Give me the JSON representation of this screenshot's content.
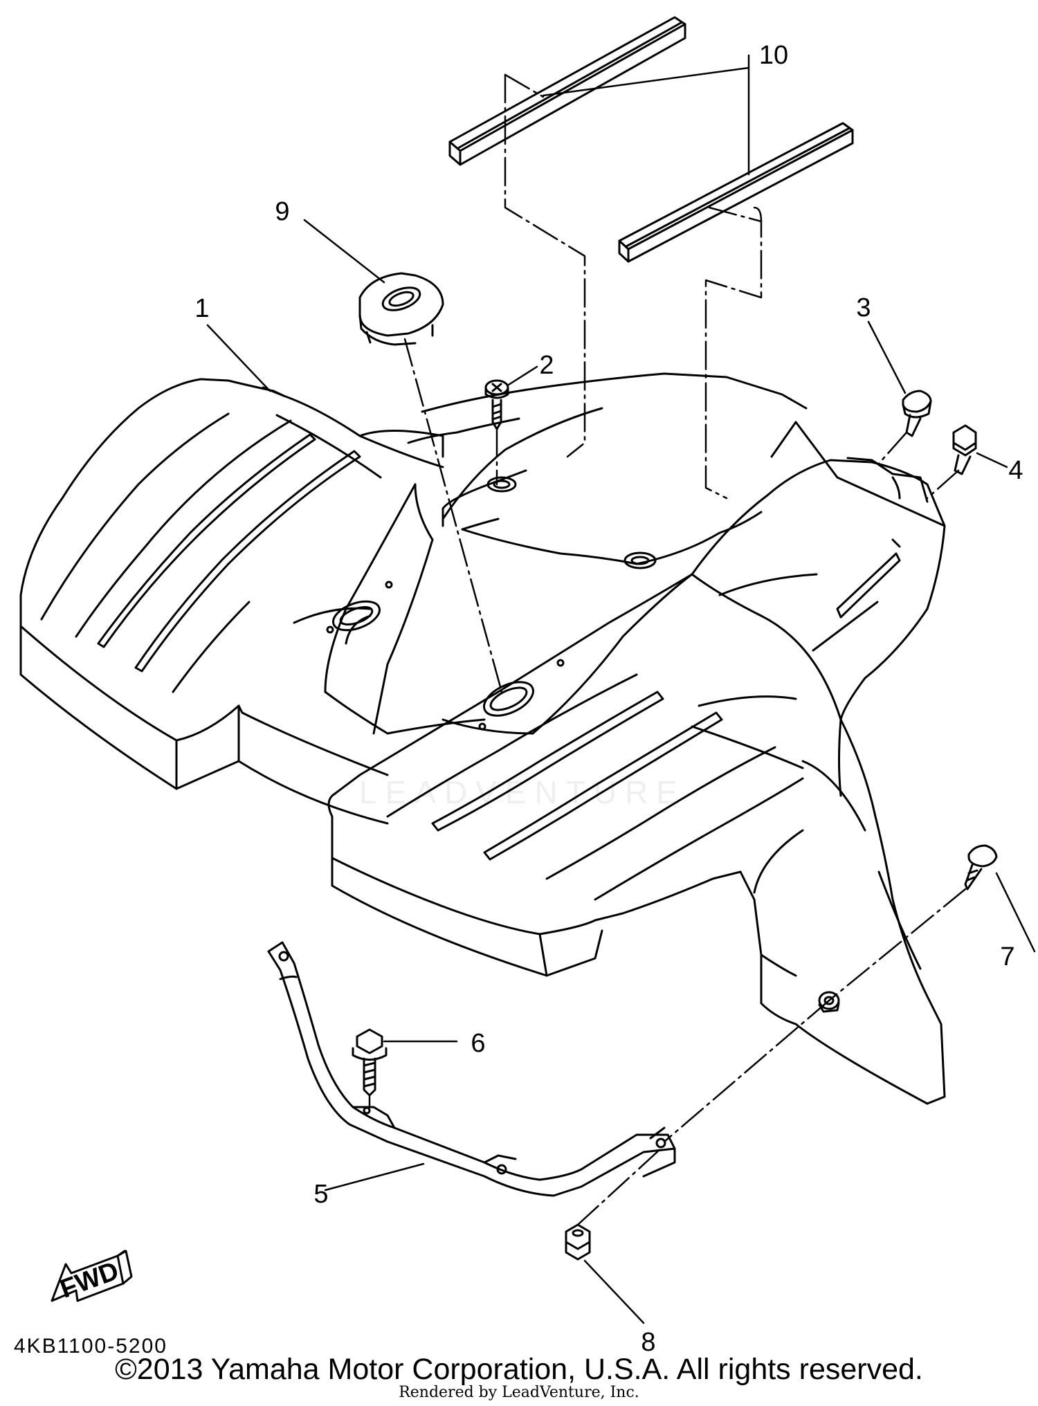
{
  "diagram": {
    "callouts": [
      {
        "id": "1",
        "label": "1"
      },
      {
        "id": "2",
        "label": "2"
      },
      {
        "id": "3",
        "label": "3"
      },
      {
        "id": "4",
        "label": "4"
      },
      {
        "id": "5",
        "label": "5"
      },
      {
        "id": "6",
        "label": "6"
      },
      {
        "id": "7",
        "label": "7"
      },
      {
        "id": "8",
        "label": "8"
      },
      {
        "id": "9",
        "label": "9"
      },
      {
        "id": "10",
        "label": "10"
      }
    ],
    "fwd_label": "FWD",
    "diagram_code": "4KB1100-5200",
    "watermark": "LEADVENTURE"
  },
  "footer": {
    "copyright": "©2013 Yamaha Motor Corporation, U.S.A. All rights reserved.",
    "rendered_by": "Rendered by LeadVenture, Inc."
  }
}
